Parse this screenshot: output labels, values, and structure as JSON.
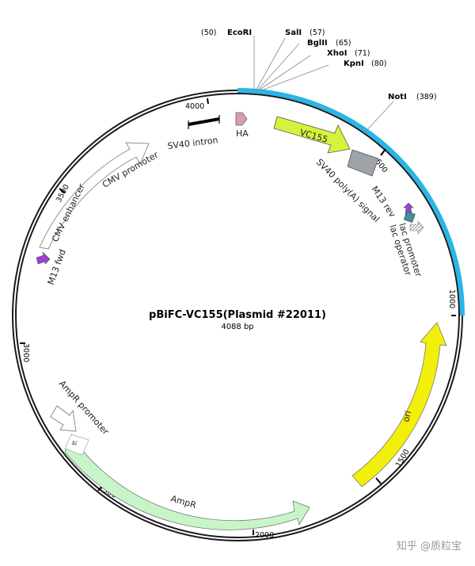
{
  "map": {
    "title": "pBiFC-VC155(Plasmid #22011)",
    "length": "4088 bp"
  },
  "sites": [
    {
      "name": "EcoRI",
      "pos": "(50)"
    },
    {
      "name": "SalI",
      "pos": "(57)"
    },
    {
      "name": "BglII",
      "pos": "(65)"
    },
    {
      "name": "XhoI",
      "pos": "(71)"
    },
    {
      "name": "KpnI",
      "pos": "(80)"
    },
    {
      "name": "NotI",
      "pos": "(389)"
    }
  ],
  "features": {
    "vc155": "VC155",
    "ha": "HA",
    "sv40_intron": "SV40 intron",
    "cmv_promoter": "CMV promoter",
    "cmv_enhancer": "CMV enhancer",
    "m13_fwd": "M13 fwd",
    "sv40_polya": "SV40 poly(A) signal",
    "m13_rev": "M13 rev",
    "lac_promoter": "lac promoter",
    "lac_operator": "lac operator",
    "ori": "ori",
    "ampr": "AmpR",
    "ampr_promoter": "AmpR promoter",
    "si": "si"
  },
  "ticks": [
    "500",
    "1000",
    "1500",
    "2000",
    "2500",
    "3000",
    "3500",
    "4000"
  ],
  "watermark": "知乎 @质粒宝",
  "colors": {
    "backbone": "#1a1a1a",
    "insert": "#29b6e6",
    "vc155": "#d7f23c",
    "ori": "#f2ef0a",
    "ampr": "#c8f5c8",
    "ha": "#d99bb5",
    "sv40_polya": "#9ea3a8",
    "m13": "#9b3fd6",
    "lac_operator": "#3f8fa0"
  }
}
